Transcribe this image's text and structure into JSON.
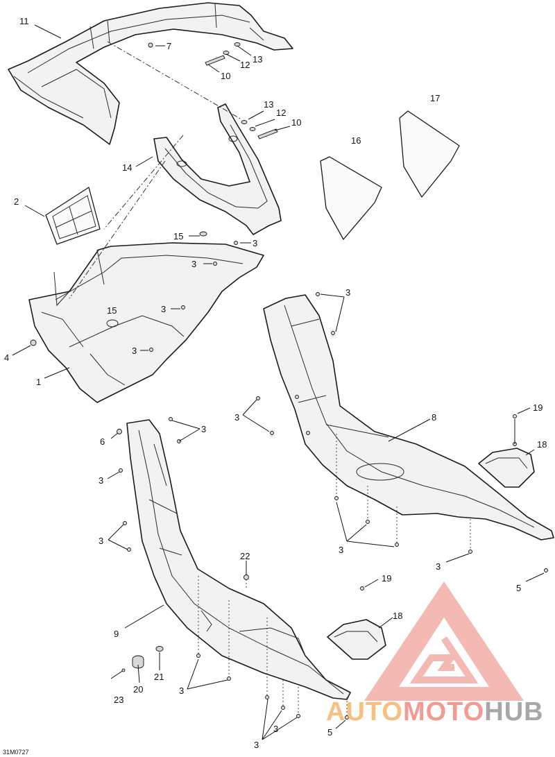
{
  "diagram_code": "31M0727",
  "callouts": {
    "c1": "1",
    "c2": "2",
    "c3a": "3",
    "c3b": "3",
    "c3c": "3",
    "c3d": "3",
    "c3e": "3",
    "c3f": "3",
    "c3g": "3",
    "c3h": "3",
    "c3i": "3",
    "c3j": "3",
    "c3k": "3",
    "c3l": "3",
    "c3m": "3",
    "c3n": "3",
    "c4": "4",
    "c5a": "5",
    "c5b": "5",
    "c6": "6",
    "c7": "7",
    "c8": "8",
    "c9": "9",
    "c10a": "10",
    "c10b": "10",
    "c11": "11",
    "c12a": "12",
    "c12b": "12",
    "c13a": "13",
    "c13b": "13",
    "c14": "14",
    "c15a": "15",
    "c15b": "15",
    "c16": "16",
    "c17": "17",
    "c18a": "18",
    "c18b": "18",
    "c19a": "19",
    "c19b": "19",
    "c20": "20",
    "c21": "21",
    "c22": "22",
    "c23": "23"
  },
  "watermark": {
    "part1": "AUTO",
    "part2": "MOTO",
    "part3": "HUB",
    "color_red": "#f08a80",
    "color_orange": "#f5b66a",
    "color_gray": "#9a9a9a"
  }
}
